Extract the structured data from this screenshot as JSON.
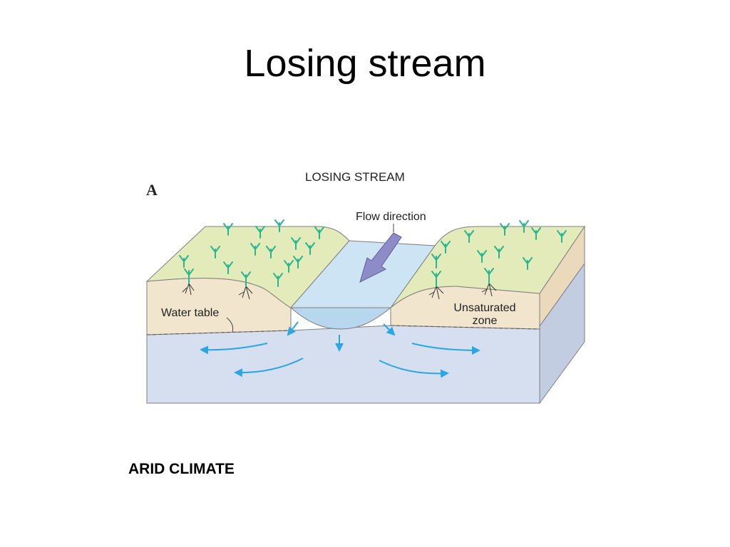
{
  "slide": {
    "title": "Losing stream",
    "caption": "ARID CLIMATE"
  },
  "diagram": {
    "panel_letter": "A",
    "heading": "LOSING STREAM",
    "labels": {
      "flow_direction": "Flow direction",
      "water_table": "Water table",
      "unsaturated_zone_line1": "Unsaturated",
      "unsaturated_zone_line2": "zone"
    },
    "colors": {
      "vegetation": "#e2ebb9",
      "unsaturated_soil": "#f1e5cd",
      "saturated_zone": "#d5dff0",
      "stream_water": "#cde4f5",
      "flow_arrows": "#2aa7e3",
      "flow_direction_arrow": "#8e8cc8",
      "plants": "#2ab591"
    }
  }
}
